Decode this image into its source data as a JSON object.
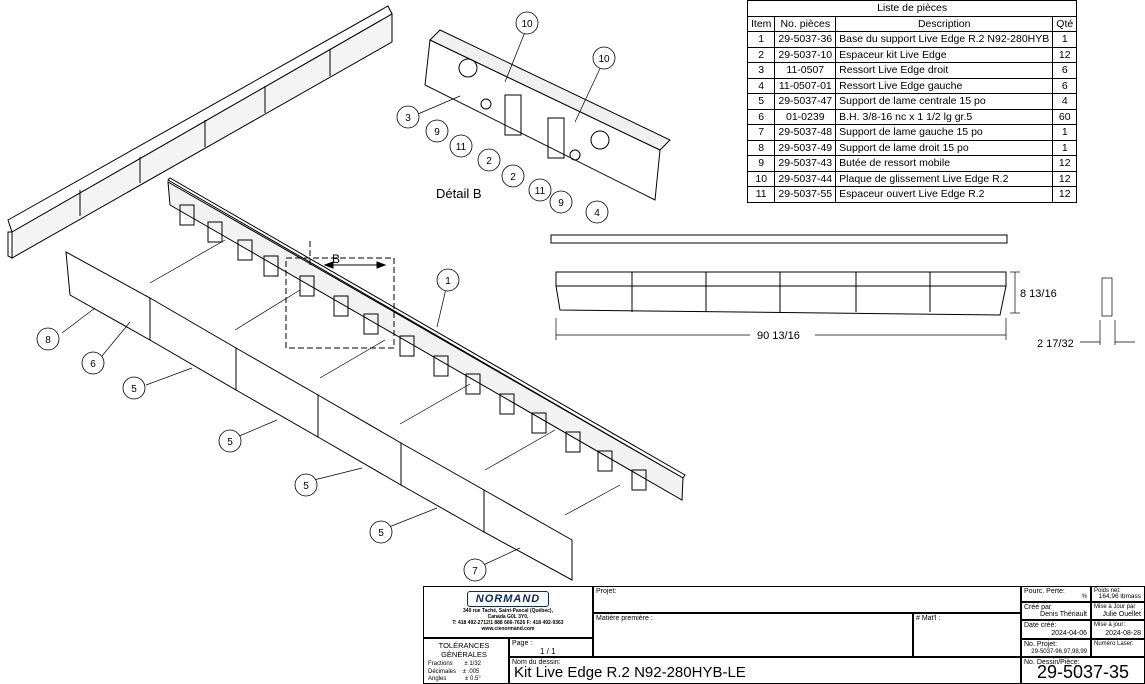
{
  "detail": {
    "label": "Détail B",
    "callouts": [
      "10",
      "10",
      "3",
      "9",
      "11",
      "2",
      "2",
      "11",
      "9",
      "4"
    ]
  },
  "main": {
    "view_marker": "B",
    "callouts": [
      "1",
      "8",
      "6",
      "5",
      "5",
      "5",
      "5",
      "7"
    ]
  },
  "dims": {
    "height": "8 13/16",
    "length": "90 13/16",
    "depth": "2 17/32"
  },
  "parts_list": {
    "title": "Liste de pièces",
    "headers": [
      "Item",
      "No. pièces",
      "Description",
      "Qté"
    ],
    "rows": [
      [
        "1",
        "29-5037-36",
        "Base du support Live Edge R.2 N92-280HYB",
        "1"
      ],
      [
        "2",
        "29-5037-10",
        "Espaceur kit Live Edge",
        "12"
      ],
      [
        "3",
        "11-0507",
        "Ressort Live Edge droit",
        "6"
      ],
      [
        "4",
        "11-0507-01",
        "Ressort Live Edge gauche",
        "6"
      ],
      [
        "5",
        "29-5037-47",
        "Support de lame centrale 15 po",
        "4"
      ],
      [
        "6",
        "01-0239",
        "B.H. 3/8-16 nc x 1 1/2 lg gr.5",
        "60"
      ],
      [
        "7",
        "29-5037-48",
        "Support de lame gauche 15 po",
        "1"
      ],
      [
        "8",
        "29-5037-49",
        "Support de lame droit 15 po",
        "1"
      ],
      [
        "9",
        "29-5037-43",
        "Butée de ressort mobile",
        "12"
      ],
      [
        "10",
        "29-5037-44",
        "Plaque de glissement Live Edge R.2",
        "12"
      ],
      [
        "11",
        "29-5037-55",
        "Espaceur ouvert Live Edge R.2",
        "12"
      ]
    ]
  },
  "title_block": {
    "brand": "NORMAND",
    "address_1": "340 rue Taché, Saint-Pascal (Québec),",
    "address_2": "Canada G0L 3Y0,",
    "address_3": "T: 418 492-2712/1 888 666-7626  F: 418 492-9363",
    "address_4": "www.cienormand.com",
    "tolerances_title": "TOLÉRANCES GÉNÉRALES",
    "tol_fractions": "Fractions",
    "tol_fractions_val": "± 1/32",
    "tol_decimals": "Décimales",
    "tol_decimals_val": "± .005",
    "tol_angles": "Angles",
    "tol_angles_val": "± 0.5°",
    "projet_label": "Projet:",
    "projet_value": "",
    "matiere_label": "Matière première :",
    "matiere_value": "",
    "mat_no_label": "# Mat'l :",
    "page_label": "Page :",
    "page_value": "1  /  1",
    "nom_label": "Nom du dessin:",
    "nom_value": "Kit Live Edge R.2 N92-280HYB-LE",
    "pourc_label": "Pourc. Perte:",
    "pourc_value": "%",
    "poids_label": "Poids net:",
    "poids_value": "164,96 lbmass",
    "cree_par_label": "Créé par",
    "cree_par_value": "Denis Thériault",
    "maj_par_label": "Mise à Jour par",
    "maj_par_value": "Julie Ouellet",
    "date_cree_label": "Date créé:",
    "date_cree_value": "2024-04-06",
    "maj_label": "Mise à jour:",
    "maj_value": "2024-08-28",
    "no_projet_label": "No. Projet:",
    "no_projet_value": "29-5037-96,97,98,99",
    "laser_label": "Numéro Laser:",
    "laser_value": "",
    "no_dessin_label": "No. Dessin/Pièce:",
    "no_dessin_value": "29-5037-35"
  }
}
